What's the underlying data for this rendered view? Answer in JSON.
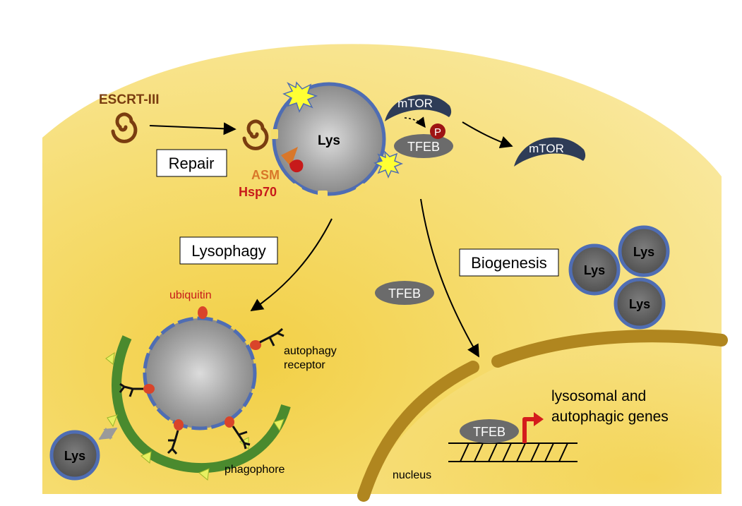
{
  "labels": {
    "escrt": "ESCRT-III",
    "repair": "Repair",
    "asm": "ASM",
    "hsp70": "Hsp70",
    "lys_main": "Lys",
    "mtor_bound": "mTOR",
    "phospho": "P",
    "tfeb_bound": "TFEB",
    "mtor_free": "mTOR",
    "lysophagy": "Lysophagy",
    "biogenesis": "Biogenesis",
    "tfeb_cyto": "TFEB",
    "ubiquitin": "ubiquitin",
    "autophagy_receptor_line1": "autophagy",
    "autophagy_receptor_line2": "receptor",
    "phagophore": "phagophore",
    "lys_small_left": "Lys",
    "lys_cluster_1": "Lys",
    "lys_cluster_2": "Lys",
    "lys_cluster_3": "Lys",
    "nucleus": "nucleus",
    "tfeb_nuclear": "TFEB",
    "genes_line1": "lysosomal and",
    "genes_line2": "autophagic genes"
  },
  "colors": {
    "cytoplasm": "#f6dc6c",
    "membrane_blue": "#4f6db3",
    "escrt_brown": "#7a3d10",
    "asm_orange": "#d9772a",
    "hsp70_red": "#c71a1a",
    "mtor_navy": "#2e3c57",
    "tfeb_gray": "#6b6b6b",
    "phagophore_green": "#4a8a2e",
    "nucleus_ochre": "#b0861f",
    "damage_yellow": "#ffff33",
    "gene_arrow_red": "#d41c1c"
  }
}
